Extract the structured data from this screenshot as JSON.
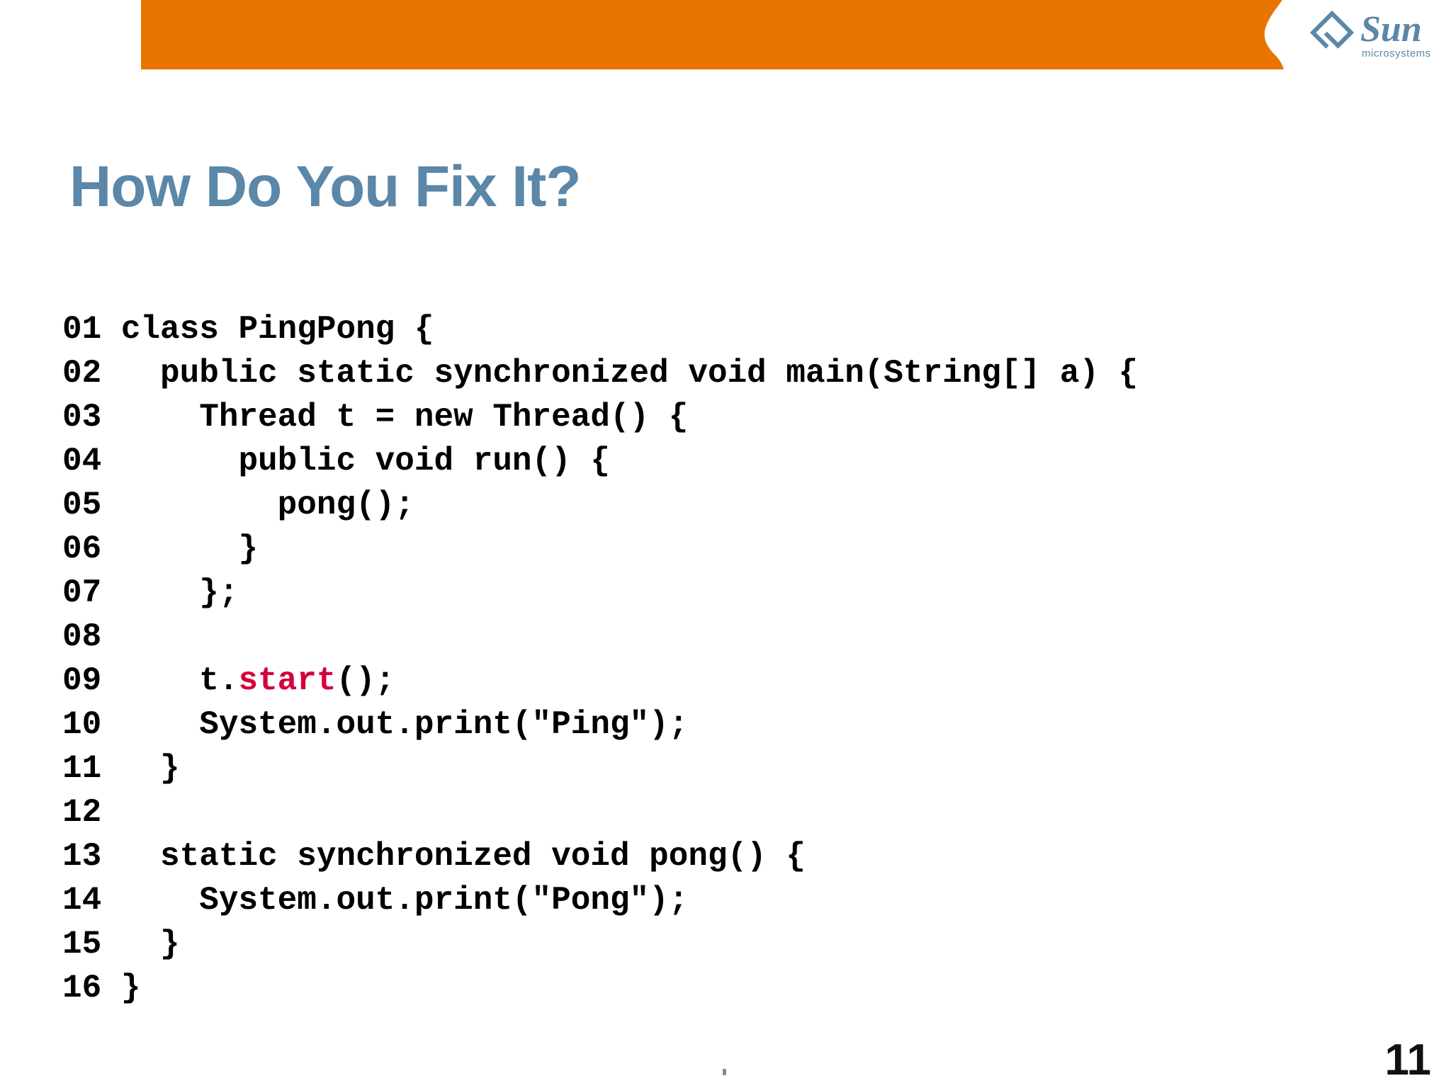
{
  "slide": {
    "title": "How Do You Fix It?",
    "page_number": "11",
    "footer_mark": ""
  },
  "brand": {
    "name": "Sun",
    "tagline": "microsystems",
    "banner_color": "#E87400",
    "logo_color": "#5b87a8",
    "title_color": "#5b87a8",
    "highlight_color": "#d4003c"
  },
  "code": {
    "language": "java",
    "lines": [
      {
        "num": "01",
        "text": "class PingPong {"
      },
      {
        "num": "02",
        "text": "  public static synchronized void main(String[] a) {"
      },
      {
        "num": "03",
        "text": "    Thread t = new Thread() {"
      },
      {
        "num": "04",
        "text": "      public void run() {"
      },
      {
        "num": "05",
        "text": "        pong();"
      },
      {
        "num": "06",
        "text": "      }"
      },
      {
        "num": "07",
        "text": "    };"
      },
      {
        "num": "08",
        "text": ""
      },
      {
        "num": "09",
        "pre": "    t.",
        "hl": "start",
        "post": "();"
      },
      {
        "num": "10",
        "text": "    System.out.print(\"Ping\");"
      },
      {
        "num": "11",
        "text": "  }"
      },
      {
        "num": "12",
        "text": ""
      },
      {
        "num": "13",
        "text": "  static synchronized void pong() {"
      },
      {
        "num": "14",
        "text": "    System.out.print(\"Pong\");"
      },
      {
        "num": "15",
        "text": "  }"
      },
      {
        "num": "16",
        "text": "}"
      }
    ]
  }
}
